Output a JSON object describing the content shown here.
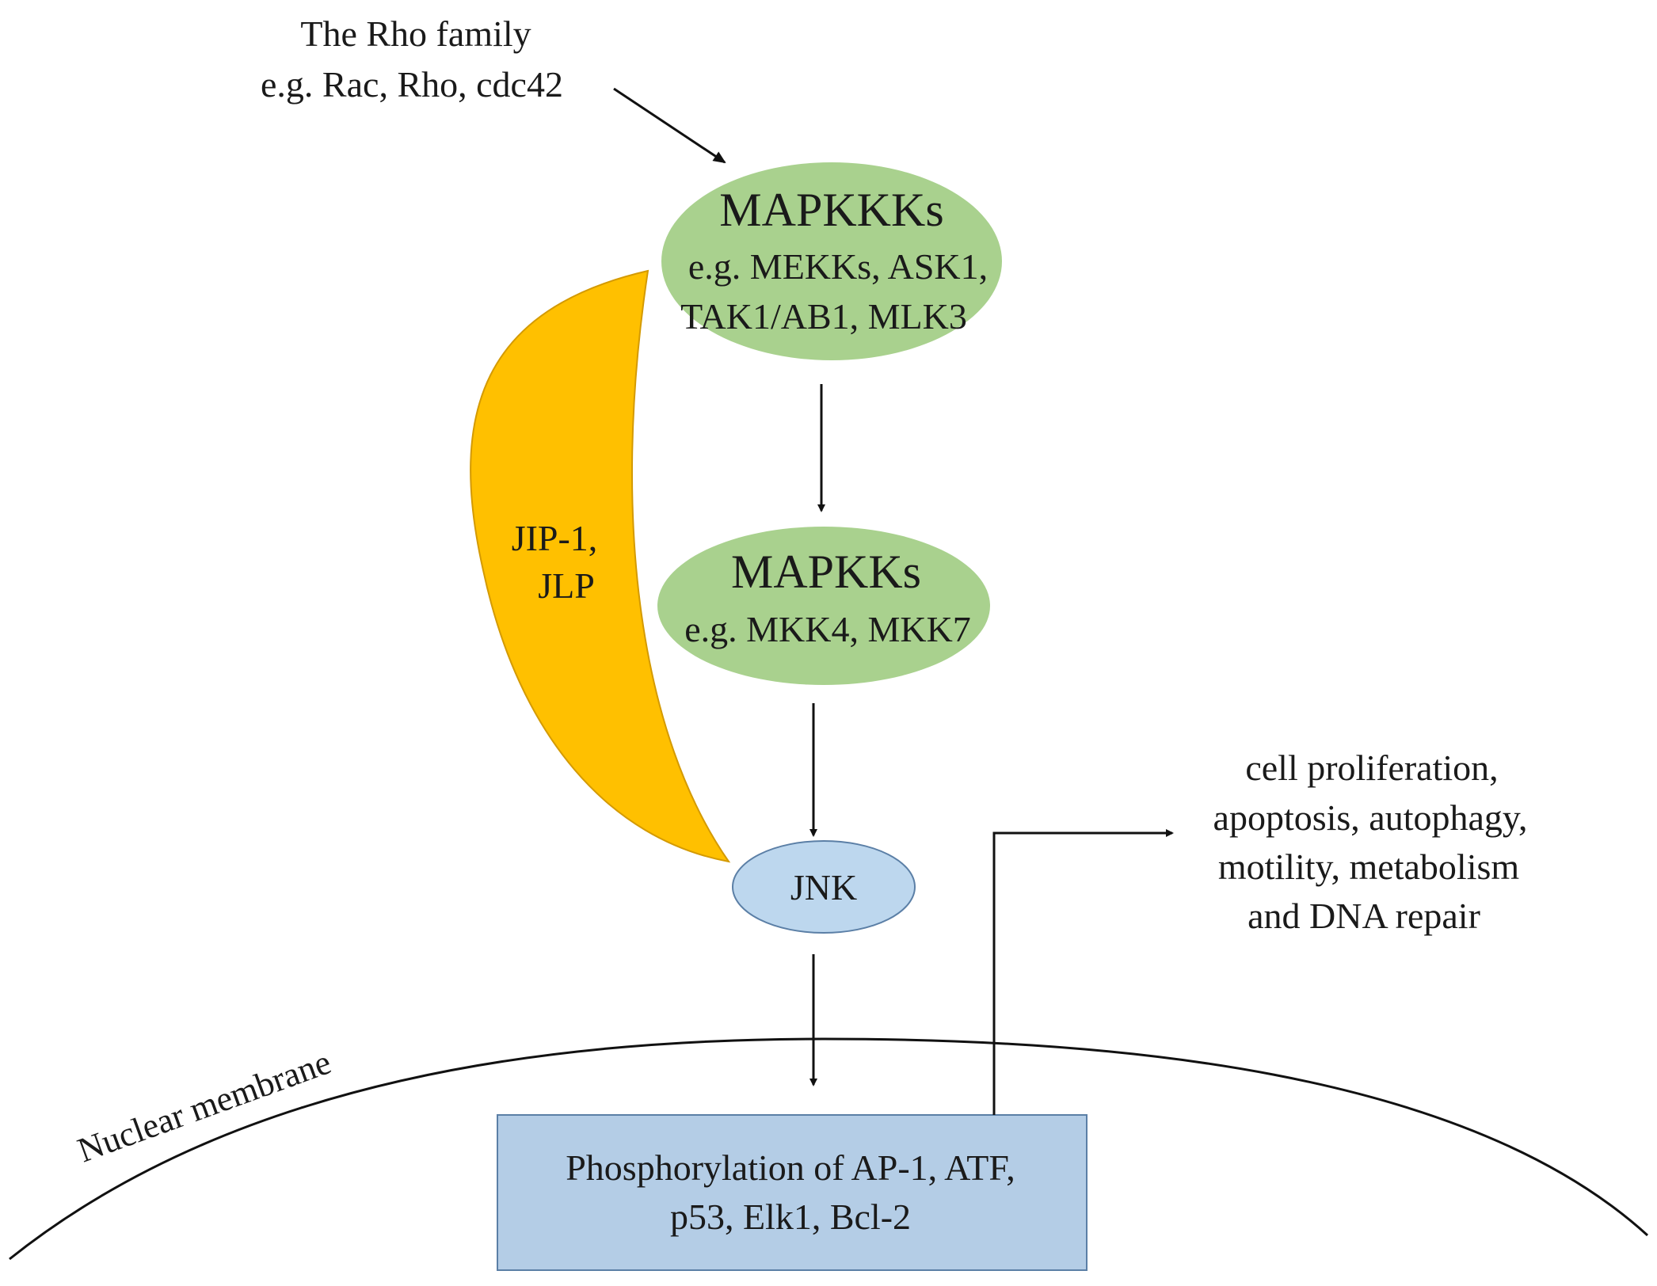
{
  "rho": {
    "line1": "The Rho family",
    "line2": "e.g. Rac, Rho, cdc42"
  },
  "mapkkk": {
    "title": "MAPKKKs",
    "line1": "e.g. MEKKs, ASK1,",
    "line2": "TAK1/AB1, MLK3"
  },
  "mapkk": {
    "title": "MAPKKs",
    "line1": "e.g. MKK4, MKK7"
  },
  "scaffold": {
    "line1": "JIP-1,",
    "line2": "JLP"
  },
  "jnk": {
    "label": "JNK"
  },
  "outcomes": {
    "line1": "cell proliferation,",
    "line2": "apoptosis, autophagy,",
    "line3": "motility, metabolism",
    "line4": "and DNA repair"
  },
  "membrane": {
    "label": "Nuclear membrane"
  },
  "nucleus_box": {
    "line1": "Phosphorylation of AP-1, ATF,",
    "line2": "p53, Elk1, Bcl-2"
  },
  "colors": {
    "green": "#a9d18e",
    "orange": "#ffc000",
    "blue_ellipse": "#bdd7ee",
    "blue_box": "#b4cde6",
    "line": "#111111"
  }
}
